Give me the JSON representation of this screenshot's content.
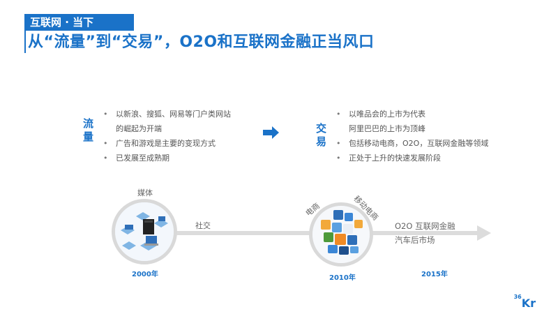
{
  "header": {
    "tag": "互联网 · 当下",
    "title": "从“流量”到“交易”，O2O和互联网金融正当风口"
  },
  "left_section": {
    "label_line1": "流",
    "label_line2": "量",
    "bullets": [
      {
        "text": "以新浪、搜狐、网易等门户类网站",
        "bullet": true
      },
      {
        "text": "的崛起为开端",
        "bullet": false
      },
      {
        "text": "广告和游戏是主要的变现方式",
        "bullet": true
      },
      {
        "text": "已发展至成熟期",
        "bullet": true
      }
    ]
  },
  "arrow": {
    "icon": "right-arrow-icon",
    "color": "#1a72c8"
  },
  "right_section": {
    "label_line1": "交",
    "label_line2": "易",
    "bullets": [
      {
        "text": "以唯品会的上市为代表",
        "bullet": true
      },
      {
        "text": "阿里巴巴的上市为顶峰",
        "bullet": false
      },
      {
        "text": "包括移动电商，O2O，互联网金融等领域",
        "bullet": true
      },
      {
        "text": "正处于上升的快速发展阶段",
        "bullet": true
      }
    ]
  },
  "timeline": {
    "milestones": [
      {
        "year": "2000年",
        "top_label": "媒体",
        "image": "network-computers-illustration"
      },
      {
        "year": "2010年",
        "top_label_left": "电商",
        "top_label_right": "移动电商",
        "image": "app-cube-illustration"
      },
      {
        "year": "2015年"
      }
    ],
    "segment_label": "社交",
    "end_labels": [
      "O2O  互联网金融",
      "汽车后市场"
    ]
  },
  "logo": {
    "sup": "36",
    "main": "Kr"
  },
  "colors": {
    "accent": "#1a72c8",
    "line": "#dcdcdc",
    "text": "#555555"
  }
}
